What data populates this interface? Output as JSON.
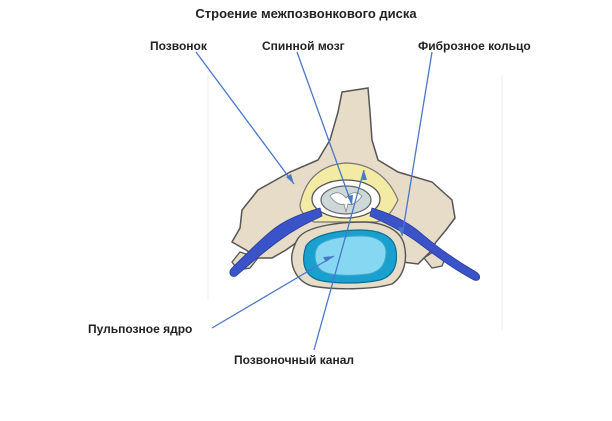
{
  "title": "Строение межпозвонкового диска",
  "labels": {
    "vertebra": "Позвонок",
    "spinal_cord": "Спинной мозг",
    "annulus": "Фиброзное кольцо",
    "nucleus": "Пульпозное ядро",
    "canal": "Позвоночный канал"
  },
  "colors": {
    "bone": "#e6dcc7",
    "bone_outline": "#555555",
    "fat": "#f3eaa3",
    "nerve": "#3b53c8",
    "annulus_fill": "#1aa0cf",
    "nucleus_fill": "#86d8f2",
    "cord": "#c8c8c8",
    "pointer": "#4a78c8"
  }
}
